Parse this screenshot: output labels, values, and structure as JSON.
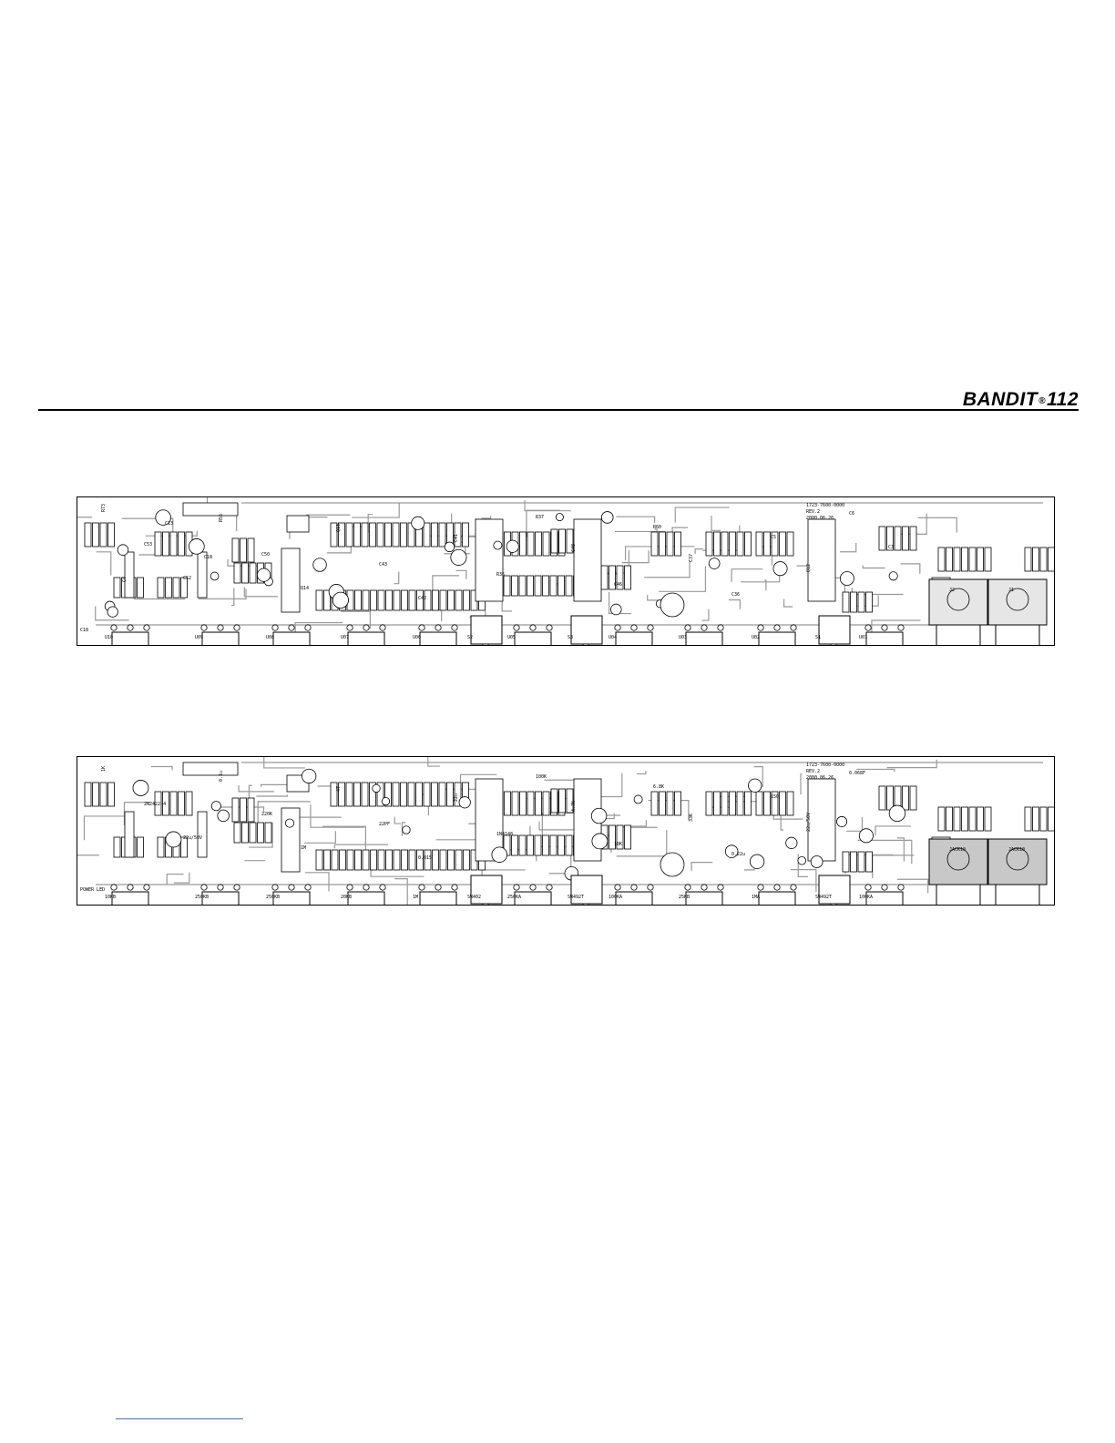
{
  "header": {
    "brand_name": "BANDIT",
    "brand_mark": "®",
    "brand_model": "112"
  },
  "board_top": {
    "board_id": "1723-7600-0000",
    "rev": "REV.2",
    "date": "2000.06.26",
    "pot_labels": [
      "U10",
      "U09",
      "U08",
      "U07",
      "U06",
      "S2",
      "U05",
      "S3",
      "U04",
      "U03",
      "U02",
      "S1",
      "U01"
    ],
    "jacks": [
      "J2",
      "J1"
    ],
    "corner_label": "C18",
    "refs": [
      "R73",
      "C53",
      "C52",
      "R55",
      "C50",
      "Q14",
      "Q13",
      "C43",
      "C42",
      "C41",
      "R36",
      "R37",
      "C48",
      "C46",
      "R60",
      "C37",
      "C36",
      "C5",
      "Q12",
      "C6",
      "C3",
      "C4",
      "C13",
      "C18"
    ]
  },
  "board_bottom": {
    "board_id": "1723-7600-0000",
    "rev": "REV.2",
    "date": "2000.06.26",
    "pot_labels": [
      "10KB",
      "250KB",
      "250KB",
      "20KB",
      "1M",
      "SW402",
      "250KA",
      "SW492T",
      "100KA",
      "25KB",
      "1MA",
      "SW492T",
      "100KA"
    ],
    "jacks": [
      "JACK10",
      "JACK10"
    ],
    "corner_label": "POWER LED",
    "values": [
      "1K",
      "2N2422-4",
      "22u/50V",
      "0.1u",
      "220K",
      "1M",
      "47",
      "22PF",
      "0.015",
      "22u",
      "1N4148",
      "100K",
      "4.7K",
      "10K",
      "6.8K",
      "33K",
      "0.22u",
      "150",
      "22u/50V",
      "0.068F"
    ]
  }
}
